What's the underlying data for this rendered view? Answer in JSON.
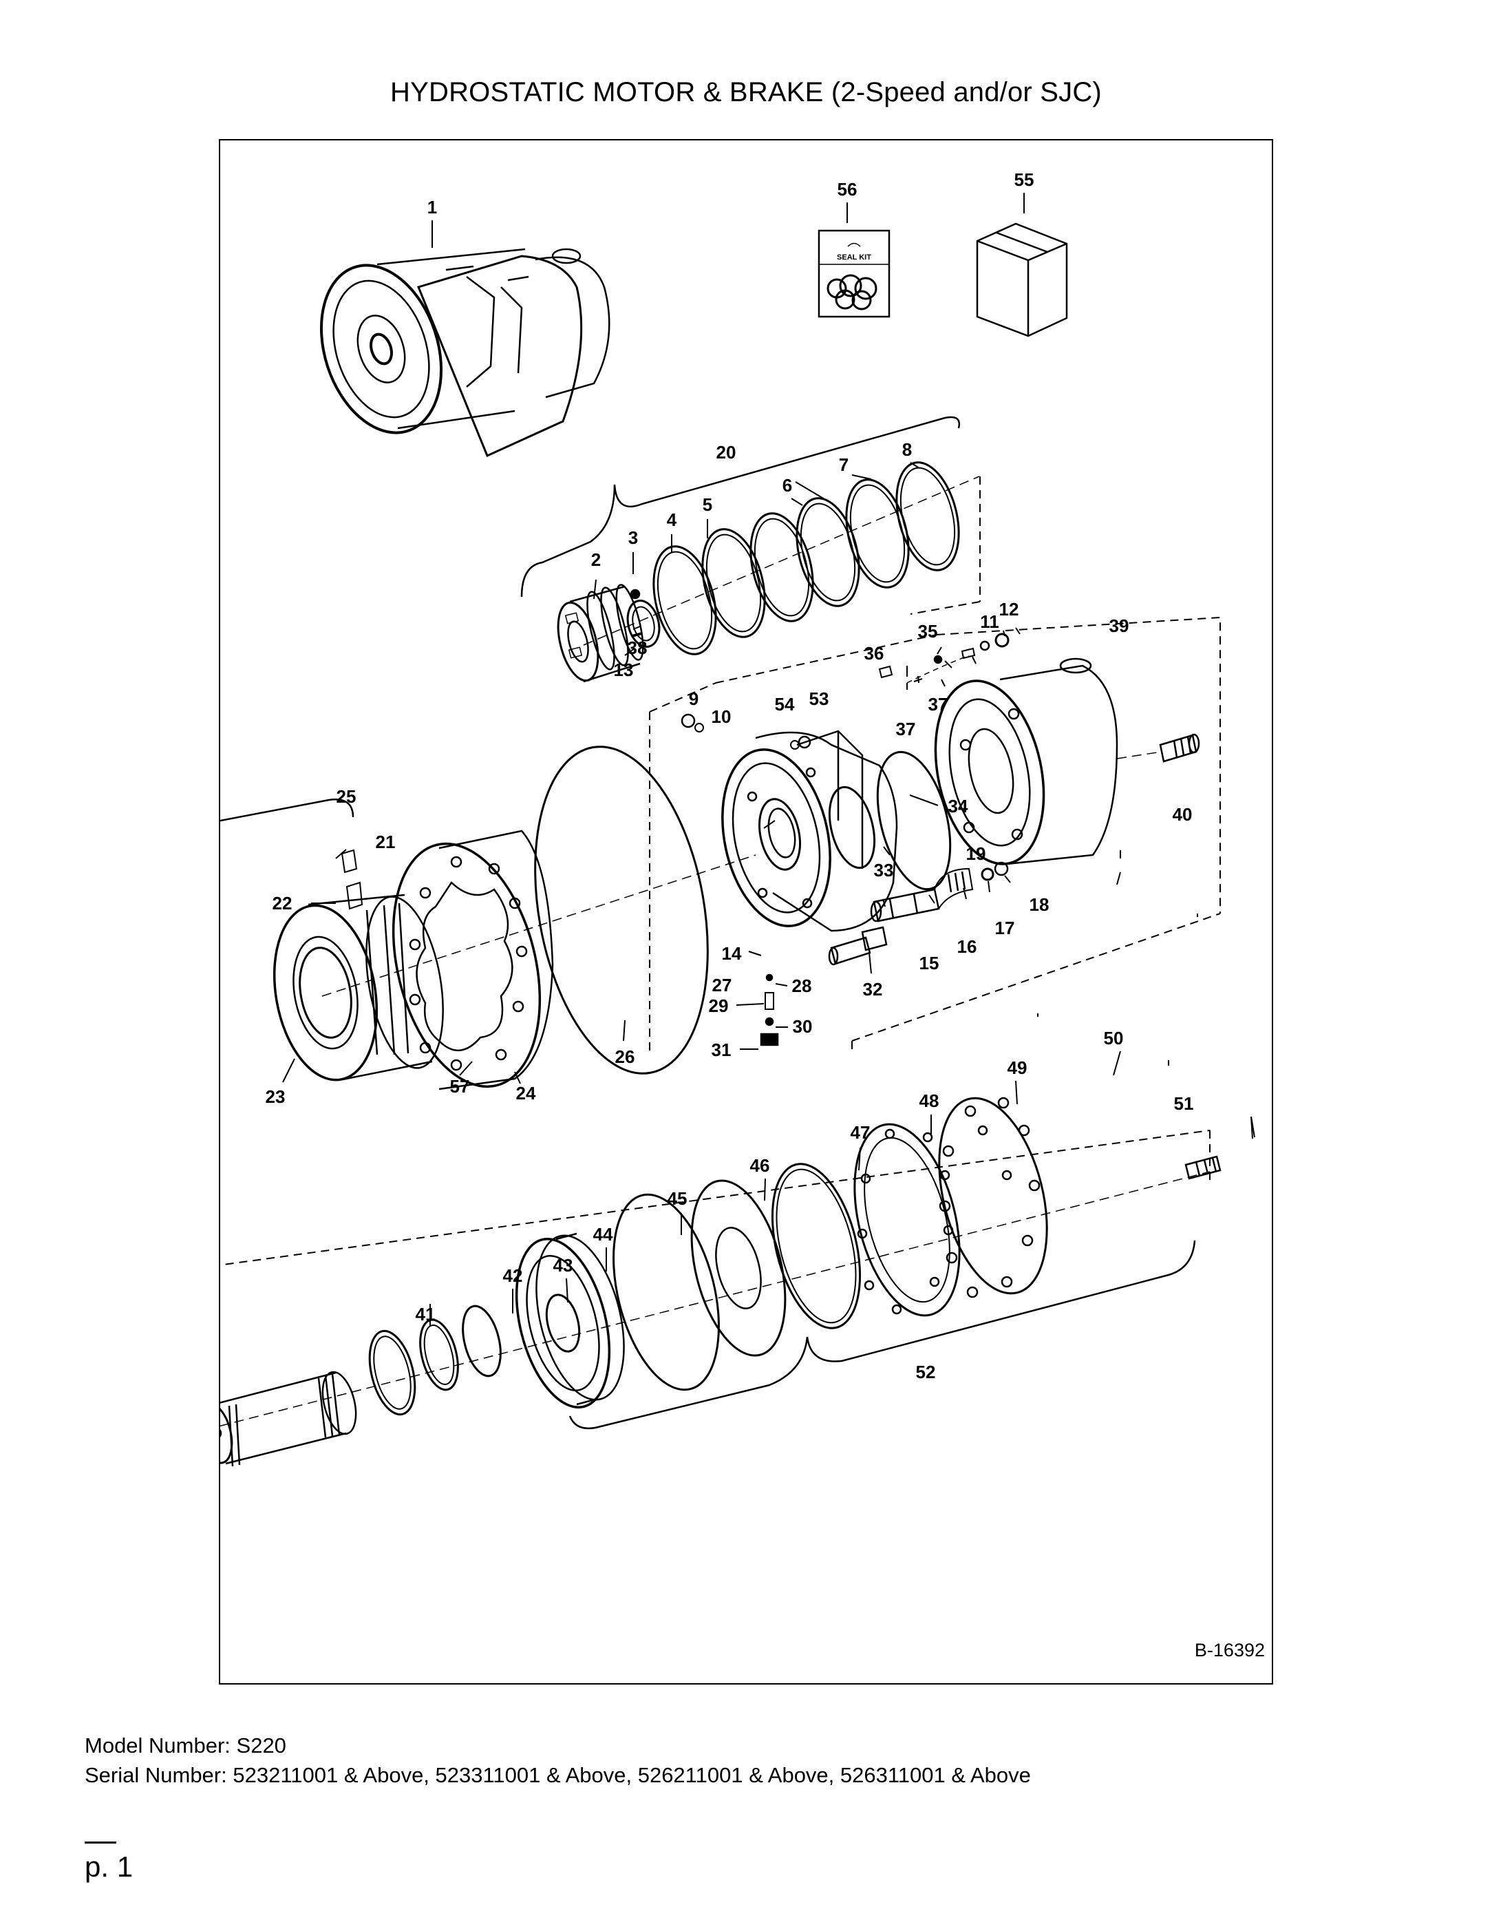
{
  "page": {
    "title": "HYDROSTATIC MOTOR & BRAKE (2-Speed and/or SJC)",
    "figure_code": "B-16392",
    "model_line": "Model Number: S220",
    "serial_line": "Serial Number: 523211001 & Above, 523311001 & Above, 526211001 & Above, 526311001 & Above",
    "page_number": "p. 1"
  },
  "diagram": {
    "kit_label": "SEAL KIT",
    "callouts": [
      "1",
      "2",
      "3",
      "4",
      "5",
      "6",
      "7",
      "8",
      "9",
      "10",
      "11",
      "12",
      "13",
      "14",
      "15",
      "16",
      "17",
      "18",
      "19",
      "20",
      "21",
      "22",
      "23",
      "24",
      "25",
      "26",
      "27",
      "28",
      "29",
      "30",
      "31",
      "32",
      "33",
      "34",
      "35",
      "36",
      "37",
      "37",
      "38",
      "39",
      "40",
      "41",
      "42",
      "43",
      "44",
      "45",
      "46",
      "47",
      "48",
      "49",
      "50",
      "51",
      "52",
      "53",
      "54",
      "55",
      "56",
      "57"
    ]
  }
}
